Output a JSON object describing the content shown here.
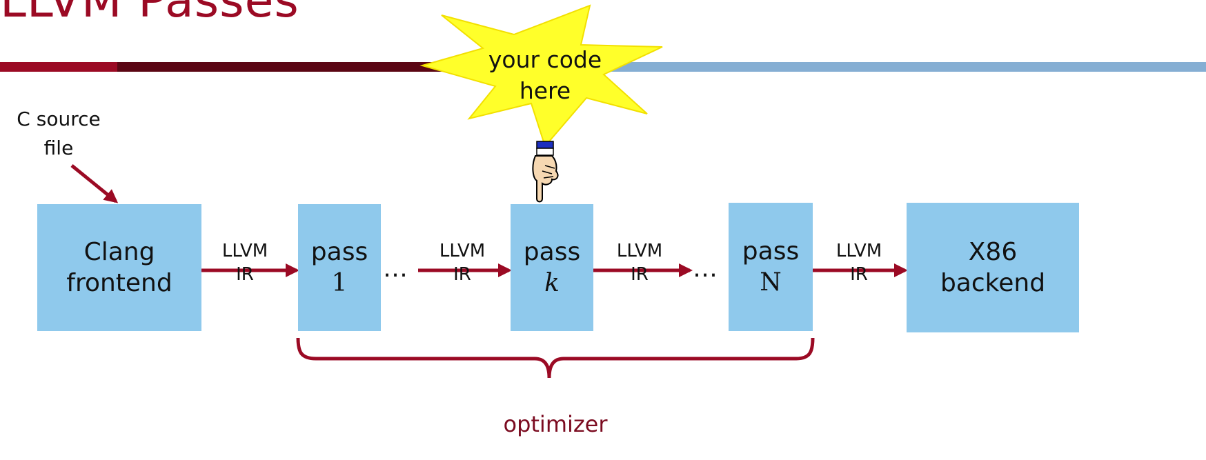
{
  "title": "LLVM Passes",
  "source_label": [
    "C source",
    "file"
  ],
  "callout": [
    "your code",
    "here"
  ],
  "boxes": {
    "clang": [
      "Clang",
      "frontend"
    ],
    "pass1": {
      "label": "pass",
      "num": "1"
    },
    "passk": {
      "label": "pass",
      "num": "k"
    },
    "passN": {
      "label": "pass",
      "num": "N"
    },
    "backend": [
      "X86",
      "backend"
    ]
  },
  "edge_label": {
    "top": "LLVM",
    "bottom": "IR"
  },
  "ellipsis": "…",
  "optimizer_label": "optimizer",
  "colors": {
    "title": "#9b0a24",
    "box": "#8fc9ec",
    "arrow": "#9b0a24",
    "star": "#ffff2a",
    "rule_blue": "#85aed3"
  }
}
